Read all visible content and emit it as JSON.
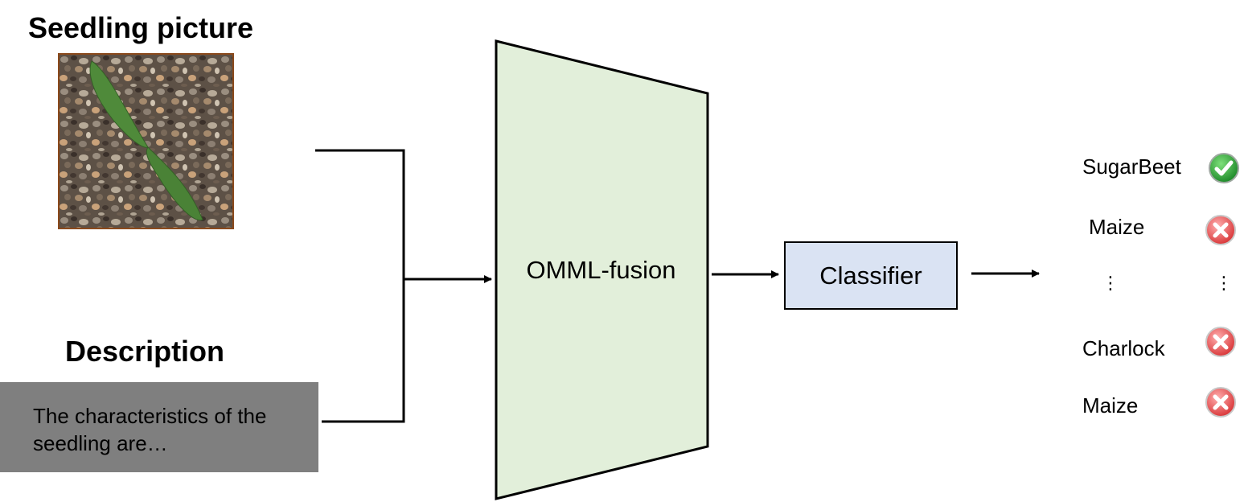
{
  "image_section": {
    "title": "Seedling picture"
  },
  "description_section": {
    "title": "Description",
    "text_line1": "The characteristics of the",
    "text_line2": "seedling are…"
  },
  "fusion": {
    "label": "OMML-fusion",
    "color": "#e2efda"
  },
  "classifier": {
    "label": "Classifier",
    "color": "#dae3f3"
  },
  "outputs": [
    {
      "label": "SugarBeet",
      "result": "check-icon"
    },
    {
      "label": "Maize",
      "result": "cross-icon"
    },
    {
      "label": "⋮",
      "result": "⋮"
    },
    {
      "label": "Charlock",
      "result": "cross-icon"
    },
    {
      "label": "Maize",
      "result": "cross-icon"
    }
  ]
}
